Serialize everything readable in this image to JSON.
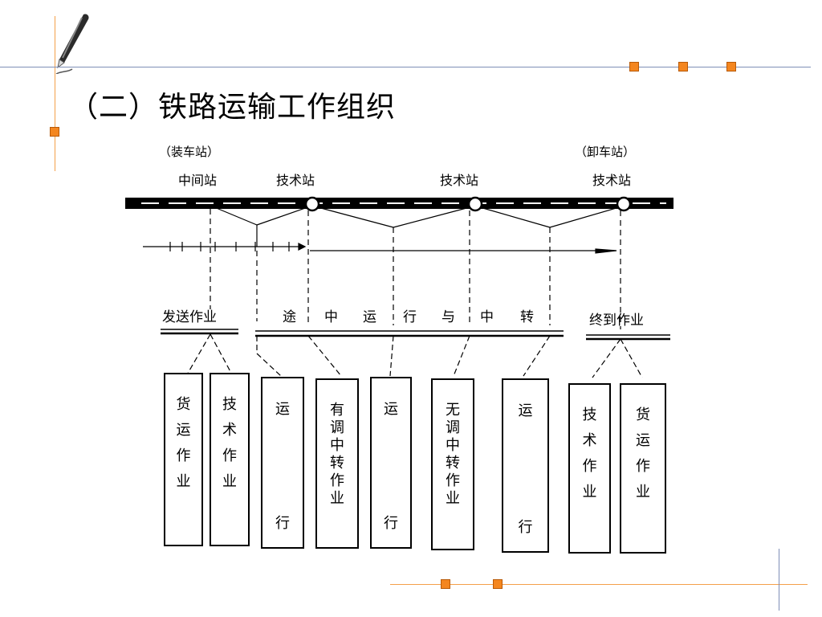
{
  "title": "（二）铁路运输工作组织",
  "diagram": {
    "loading_station": "（装车站）",
    "unloading_station": "（卸车站）",
    "stations": [
      "中间站",
      "技术站",
      "技术站",
      "技术站"
    ],
    "phase_departure": "发送作业",
    "phase_transit": [
      "途",
      "中",
      "运",
      "行",
      "与",
      "中",
      "转"
    ],
    "phase_terminal": "终到作业",
    "boxes": [
      {
        "label": "货运作业"
      },
      {
        "label": "技术作业"
      },
      {
        "label": "运行"
      },
      {
        "label": "有调中转作业"
      },
      {
        "label": "运行"
      },
      {
        "label": "无调中转作业"
      },
      {
        "label": "运行"
      },
      {
        "label": "技术作业"
      },
      {
        "label": "货运作业"
      }
    ]
  },
  "colors": {
    "accent_square": "#f4861f",
    "rule_line": "#7f8fb7",
    "left_line": "#f4a04a"
  },
  "icons": [
    "pen-icon"
  ]
}
